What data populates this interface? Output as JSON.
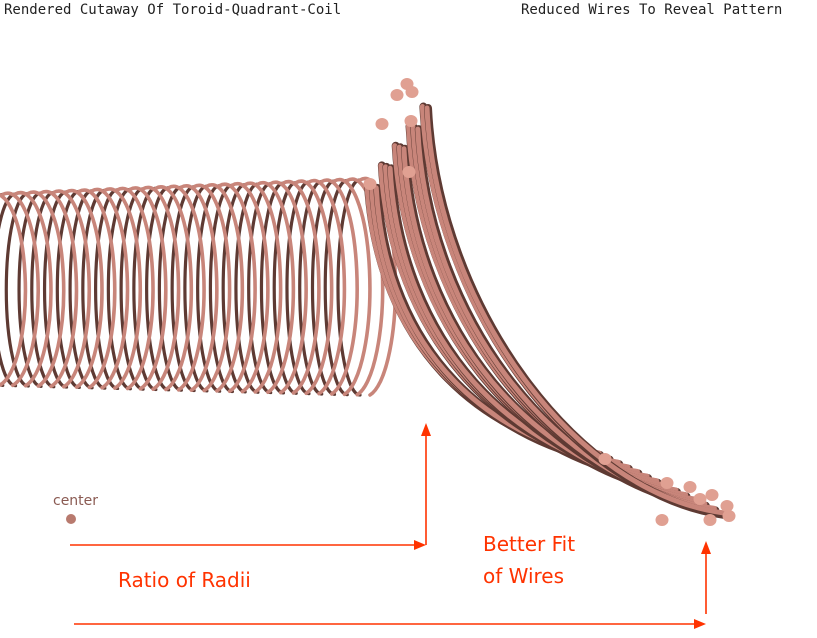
{
  "titles": {
    "left": "Rendered Cutaway Of Toroid-Quadrant-Coil",
    "right": "Reduced Wires To Reveal Pattern"
  },
  "labels": {
    "center": "center",
    "ratio": "Ratio of Radii",
    "better_fit_line1": "Better Fit",
    "better_fit_line2": "of Wires"
  },
  "colors": {
    "wire": "#c8857a",
    "wire_dark": "#5e3a33",
    "wire_end": "#e0a092",
    "arrow": "#ff3300",
    "center_dot": "#b87a6e"
  }
}
